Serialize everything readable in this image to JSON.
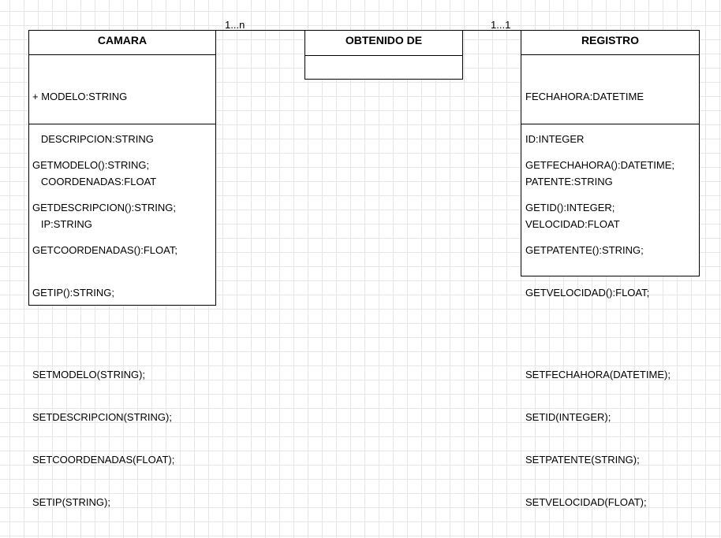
{
  "associations": {
    "left_multiplicity": "1...n",
    "right_multiplicity": "1...1"
  },
  "classes": {
    "camara": {
      "name": "CAMARA",
      "attributes": [
        "+ MODELO:STRING",
        "   DESCRIPCION:STRING",
        "   COORDENADAS:FLOAT",
        "   IP:STRING"
      ],
      "getters": [
        "GETMODELO():STRING;",
        "GETDESCRIPCION():STRING;",
        "GETCOORDENADAS():FLOAT;",
        "GETIP():STRING;"
      ],
      "setters": [
        "SETMODELO(STRING);",
        "SETDESCRIPCION(STRING);",
        "SETCOORDENADAS(FLOAT);",
        "SETIP(STRING);"
      ]
    },
    "obtenido_de": {
      "name": "OBTENIDO DE"
    },
    "registro": {
      "name": "REGISTRO",
      "attributes": [
        "FECHAHORA:DATETIME",
        "ID:INTEGER",
        "PATENTE:STRING",
        "VELOCIDAD:FLOAT"
      ],
      "getters": [
        "GETFECHAHORA():DATETIME;",
        "GETID():INTEGER;",
        "GETPATENTE():STRING;",
        "GETVELOCIDAD():FLOAT;"
      ],
      "setters": [
        "SETFECHAHORA(DATETIME);",
        "SETID(INTEGER);",
        "SETPATENTE(STRING);",
        "SETVELOCIDAD(FLOAT);"
      ]
    }
  }
}
